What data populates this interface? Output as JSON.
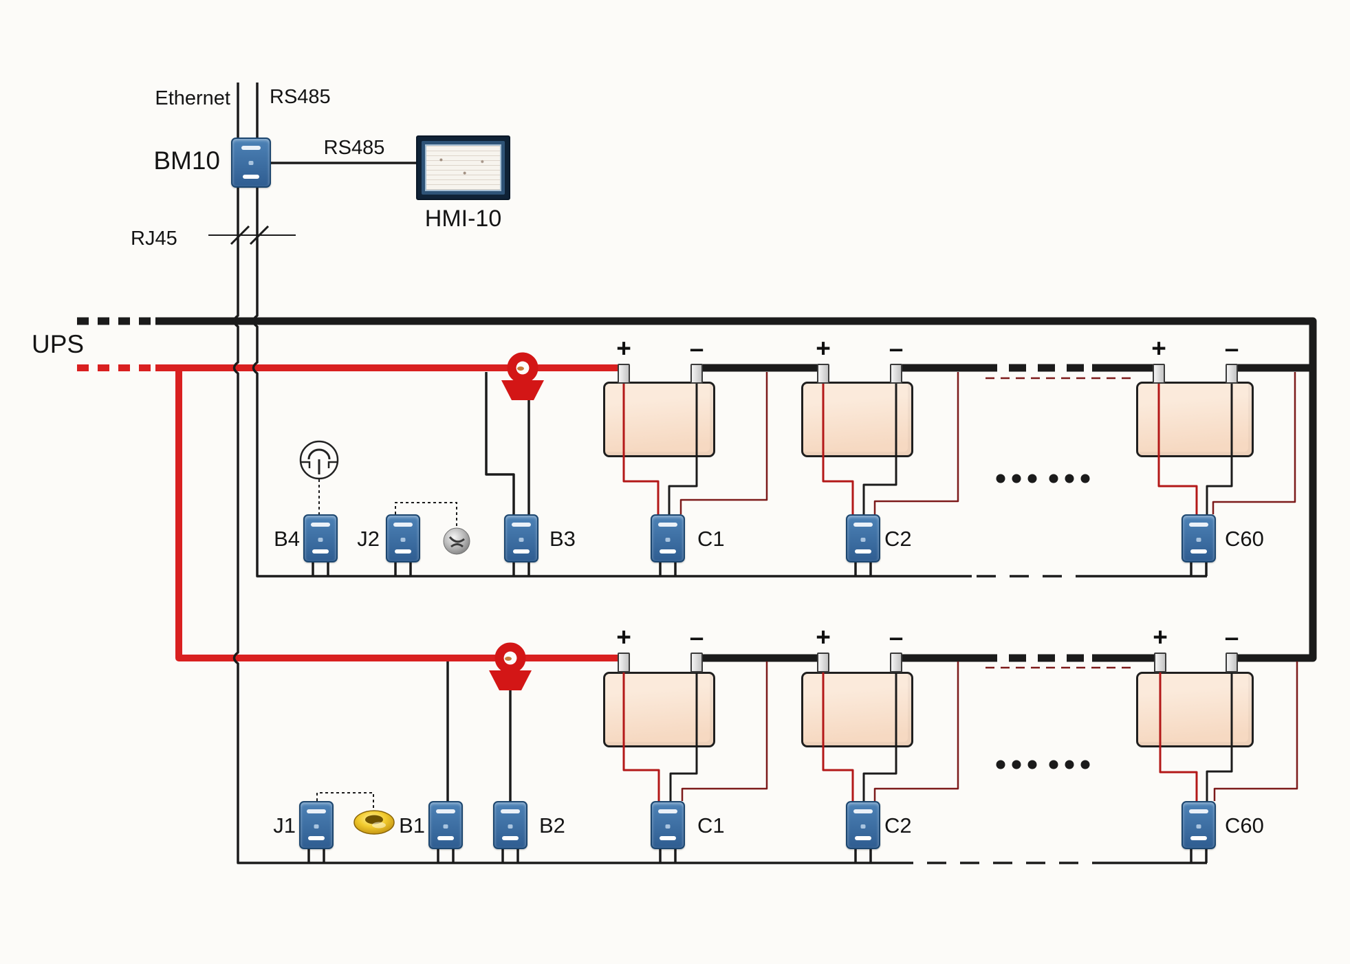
{
  "colors": {
    "wire_black": "#1b1b1b",
    "bus_red": "#d92020",
    "plus_sense_red": "#b31818",
    "next_sense_maroon": "#7c1a1a",
    "module_blue": "#3f74a9",
    "battery_fill": "#f8dfca",
    "ct_red": "#d31616",
    "background": "#fcfbf8"
  },
  "network": {
    "ethernet_label": "Ethernet",
    "rs485_drop_label": "RS485",
    "gateway_label": "BM10",
    "rs485_link_label": "RS485",
    "hmi_label": "HMI-10",
    "rj45_label": "RJ45"
  },
  "power": {
    "ups_label": "UPS",
    "plus": "+",
    "minus": "–"
  },
  "top_string": {
    "modules": [
      "B4",
      "J2",
      "B3",
      "C1",
      "C2",
      "C60"
    ]
  },
  "bottom_string": {
    "modules": [
      "J1",
      "B1",
      "B2",
      "C1",
      "C2",
      "C60"
    ]
  }
}
